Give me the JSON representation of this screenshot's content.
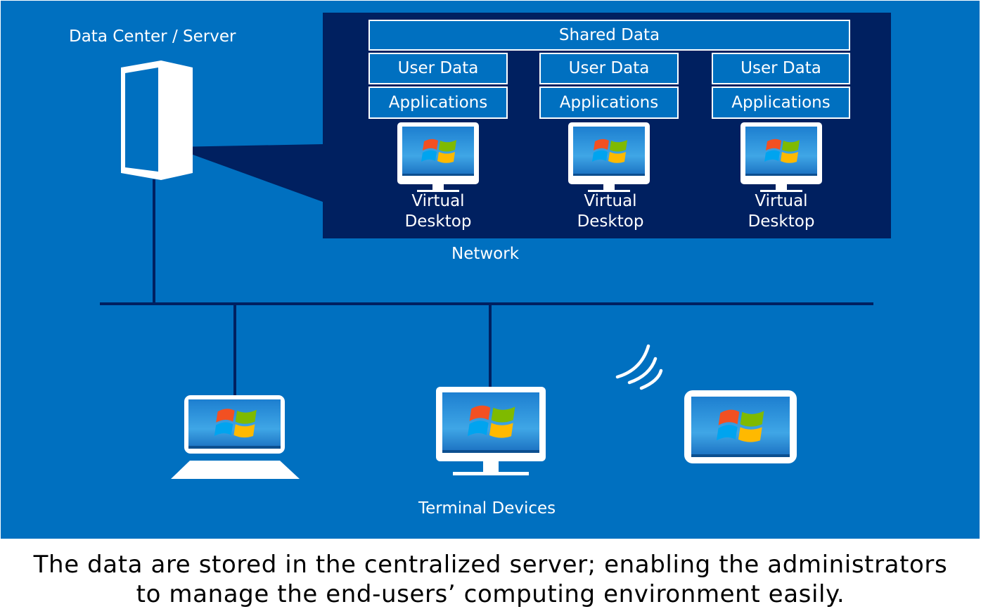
{
  "labels": {
    "server": "Data Center / Server",
    "network": "Network",
    "terminals": "Terminal Devices"
  },
  "vm": {
    "shared": "Shared Data",
    "columns": [
      {
        "user_data": "User Data",
        "applications": "Applications",
        "desktop_line1": "Virtual",
        "desktop_line2": "Desktop"
      },
      {
        "user_data": "User Data",
        "applications": "Applications",
        "desktop_line1": "Virtual",
        "desktop_line2": "Desktop"
      },
      {
        "user_data": "User Data",
        "applications": "Applications",
        "desktop_line1": "Virtual",
        "desktop_line2": "Desktop"
      }
    ]
  },
  "caption": {
    "line1": "The data are stored in the centralized server; enabling the administrators",
    "line2": "to manage the end-users’ computing environment easily."
  },
  "colors": {
    "panel": "#0070c0",
    "dark": "#002060",
    "white": "#ffffff"
  },
  "icons": [
    "server-icon",
    "monitor-icon",
    "laptop-icon",
    "tablet-icon",
    "wireless-icon"
  ]
}
